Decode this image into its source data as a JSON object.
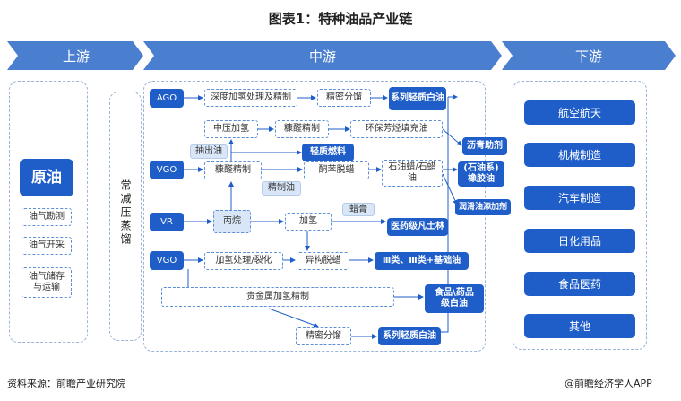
{
  "title": "图表1：特种油品产业链",
  "stages": {
    "up": "上游",
    "mid": "中游",
    "down": "下游"
  },
  "upstream": {
    "crude": "原油",
    "items": [
      "油气勘测",
      "油气开采",
      "油气储存\n与运输"
    ],
    "distill": "常减压蒸馏"
  },
  "mid": {
    "ago": "AGO",
    "vgo1": "VGO",
    "vr": "VR",
    "vgo2": "VGO",
    "hydro_deep": "深度加氢处理及精制",
    "fine_dist1": "精密分馏",
    "series_light1": "系列轻质白油",
    "mid_hydro": "中压加氢",
    "furfural1": "糠醛精制",
    "eco_aromatic": "环保芳烃填充油",
    "asphalt_aid": "沥青助剂",
    "extract_oil": "抽出油",
    "light_fuel": "轻质燃料",
    "furfural2": "糠醛精制",
    "ketone_dewax": "酮苯脱蜡",
    "paraffin": "石油蜡/石蜡\n油",
    "rubber_oil": "(石油系)\n橡胶油",
    "refined_oil": "精制油",
    "lube_additive": "润滑油添加剂",
    "propane": "丙烷",
    "hydrogenation": "加氢",
    "wax_paste": "蜡膏",
    "petrolatum": "医药级凡士林",
    "hydro_crack": "加氢处理/裂化",
    "iso_dewax": "异构脱蜡",
    "base_oil": "Ⅲ类、Ⅲ类+基础油",
    "noble_metal": "贵金属加氢精制",
    "food_oil": "食品\\药品\n级白油",
    "fine_dist2": "精密分馏",
    "series_light2": "系列轻质白油"
  },
  "downstream": [
    "航空航天",
    "机械制造",
    "汽车制造",
    "日化用品",
    "食品医药",
    "其他"
  ],
  "source": "资料来源：前瞻产业研究院",
  "credit": "@前瞻经济学人APP",
  "colors": {
    "accent": "#1f5dc9",
    "stage": "#4a7fd0",
    "dash": "#5b8fd6"
  }
}
